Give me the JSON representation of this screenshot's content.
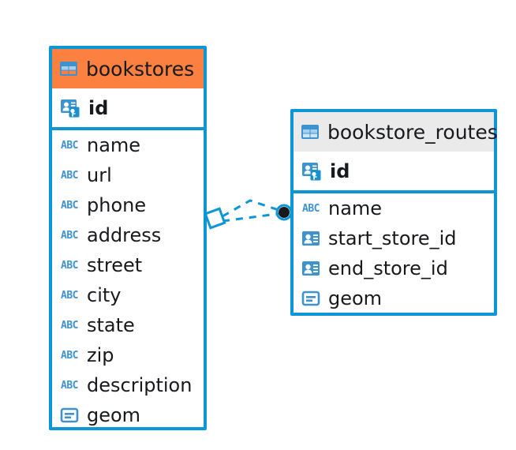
{
  "diagram": {
    "type": "entity-relationship-diagram",
    "background_color": "#ffffff",
    "accent_color": "#0c96d6",
    "highlight_color": "#fc8040",
    "header_plain_color": "#eaeaea"
  },
  "entities": [
    {
      "name": "bookstores",
      "header_style": "highlighted",
      "table_icon": "table-icon",
      "primary_key": {
        "label": "id",
        "icon": "primary-key-icon",
        "bold": true
      },
      "attributes": [
        {
          "label": "name",
          "icon": "abc-icon",
          "icon_text": "ABC"
        },
        {
          "label": "url",
          "icon": "abc-icon",
          "icon_text": "ABC"
        },
        {
          "label": "phone",
          "icon": "abc-icon",
          "icon_text": "ABC"
        },
        {
          "label": "address",
          "icon": "abc-icon",
          "icon_text": "ABC"
        },
        {
          "label": "street",
          "icon": "abc-icon",
          "icon_text": "ABC"
        },
        {
          "label": "city",
          "icon": "abc-icon",
          "icon_text": "ABC"
        },
        {
          "label": "state",
          "icon": "abc-icon",
          "icon_text": "ABC"
        },
        {
          "label": "zip",
          "icon": "abc-icon",
          "icon_text": "ABC"
        },
        {
          "label": "description",
          "icon": "abc-icon",
          "icon_text": "ABC"
        },
        {
          "label": "geom",
          "icon": "geometry-icon",
          "icon_text": ""
        }
      ]
    },
    {
      "name": "bookstore_routes",
      "header_style": "plain",
      "table_icon": "table-icon",
      "primary_key": {
        "label": "id",
        "icon": "primary-key-icon",
        "bold": true
      },
      "attributes": [
        {
          "label": "name",
          "icon": "abc-icon",
          "icon_text": "ABC"
        },
        {
          "label": "start_store_id",
          "icon": "foreign-key-icon",
          "icon_text": ""
        },
        {
          "label": "end_store_id",
          "icon": "foreign-key-icon",
          "icon_text": ""
        },
        {
          "label": "geom",
          "icon": "geometry-icon",
          "icon_text": ""
        }
      ]
    }
  ],
  "relationship": {
    "style": "dashed",
    "color": "#0c96d6",
    "source_entity": "bookstores",
    "target_entity": "bookstore_routes",
    "source_marker": "open-diamond",
    "target_marker": "filled-circle",
    "target_marker_fill": "#17191c"
  }
}
